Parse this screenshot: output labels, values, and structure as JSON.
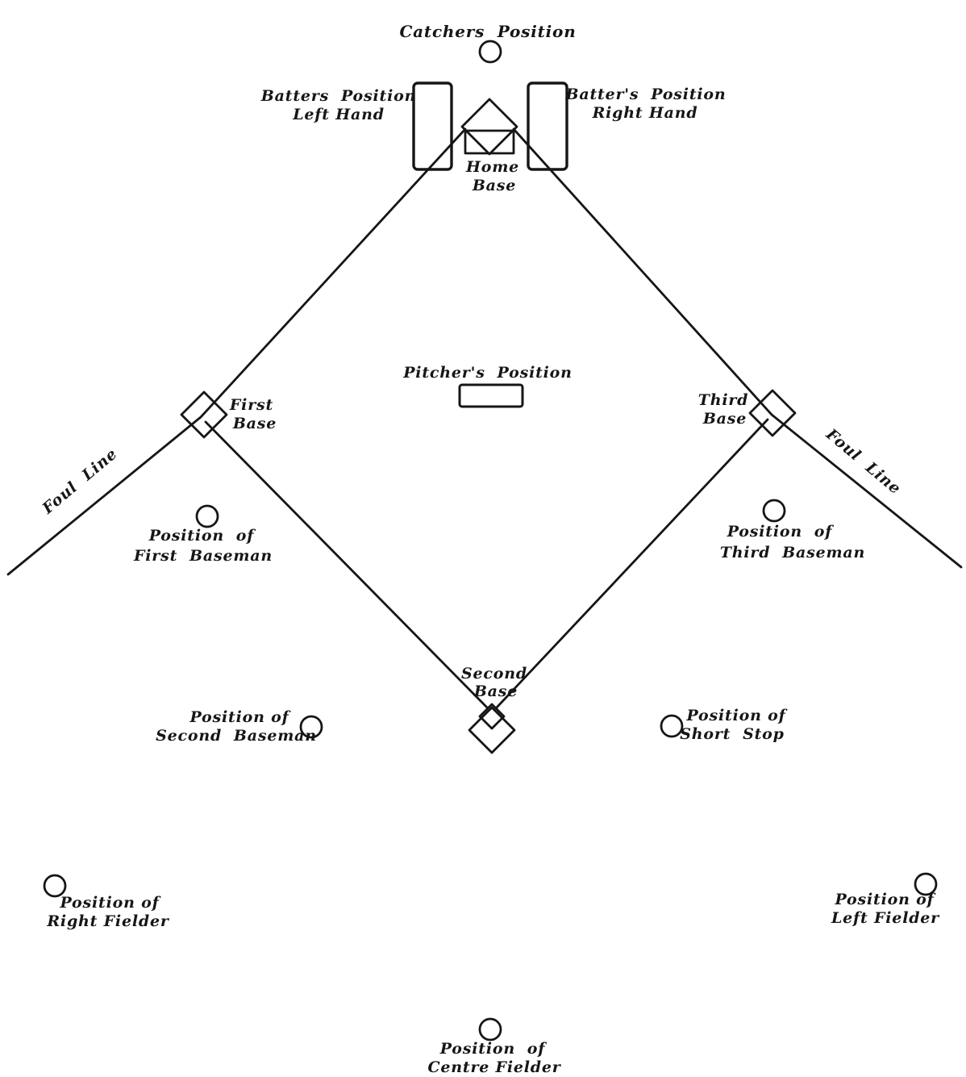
{
  "colors": {
    "ink": "#161616",
    "background": "#ffffff"
  },
  "diagram": {
    "catcher": {
      "label": "Catchers  Position"
    },
    "batter_left": {
      "line1": "Batters  Position",
      "line2": "Left Hand"
    },
    "batter_right": {
      "line1": "Batter's  Position",
      "line2": "Right Hand"
    },
    "home": {
      "line1": "Home",
      "line2": "Base"
    },
    "pitcher": {
      "label": "Pitcher's  Position"
    },
    "first_base": {
      "line1": "First",
      "line2": "Base"
    },
    "third_base": {
      "line1": "Third",
      "line2": "Base"
    },
    "second_base": {
      "line1": "Second",
      "line2": "Base"
    },
    "foul_line_left": {
      "label": "Foul  Line"
    },
    "foul_line_right": {
      "label": "Foul  Line"
    },
    "first_baseman": {
      "line1": "Position  of",
      "line2": "First  Baseman"
    },
    "third_baseman": {
      "line1": "Position  of",
      "line2": "Third  Baseman"
    },
    "second_baseman": {
      "line1": "Position of",
      "line2": "Second  Baseman"
    },
    "short_stop": {
      "line1": "Position of",
      "line2": "Short  Stop"
    },
    "right_fielder": {
      "line1": "Position of",
      "line2": "Right Fielder"
    },
    "left_fielder": {
      "line1": "Position of",
      "line2": "Left Fielder"
    },
    "centre_fielder": {
      "line1": "Position  of",
      "line2": "Centre Fielder"
    }
  }
}
